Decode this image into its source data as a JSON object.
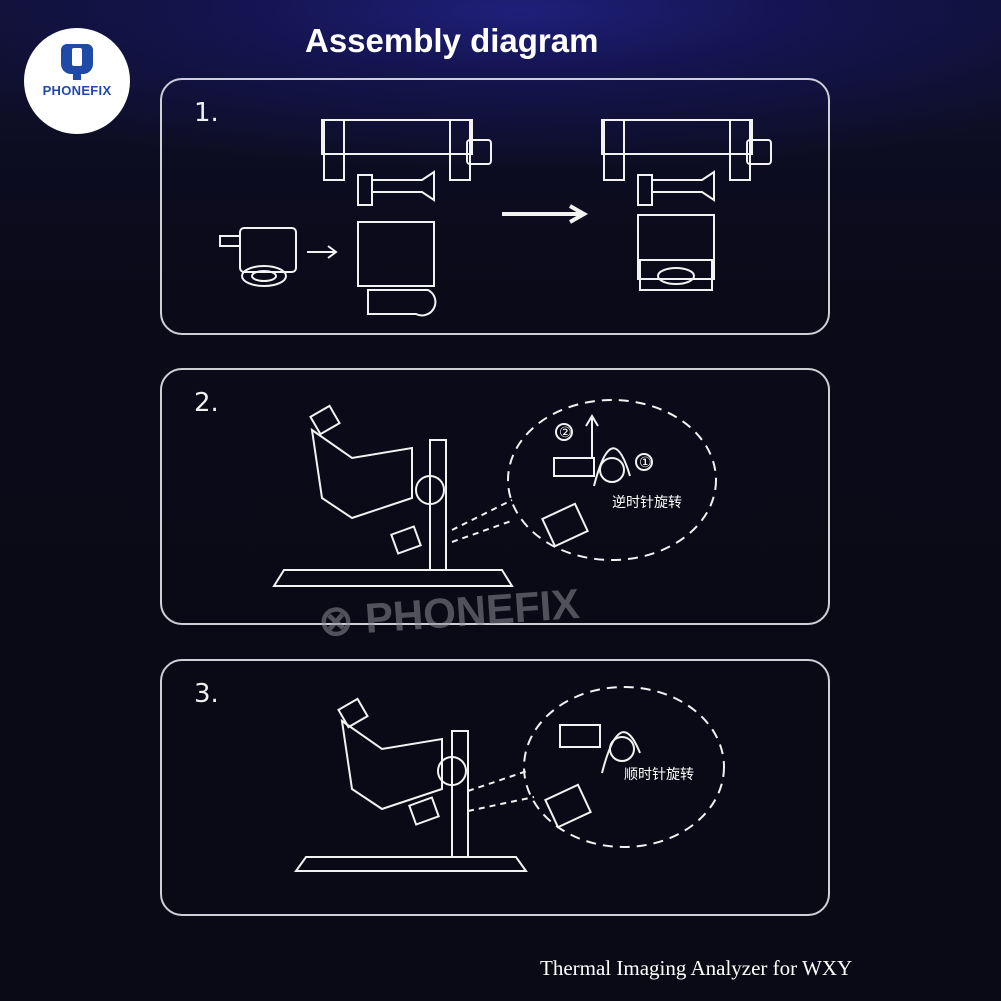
{
  "logo": {
    "brand": "PHONEFIX"
  },
  "title": "Assembly diagram",
  "steps": [
    {
      "number": "1."
    },
    {
      "number": "2.",
      "annotation": "逆时针旋转",
      "markers": [
        "①",
        "②"
      ]
    },
    {
      "number": "3.",
      "annotation": "顺时针旋转"
    }
  ],
  "watermark": "PHONEFIX",
  "footer": "Thermal Imaging Analyzer for WXY"
}
